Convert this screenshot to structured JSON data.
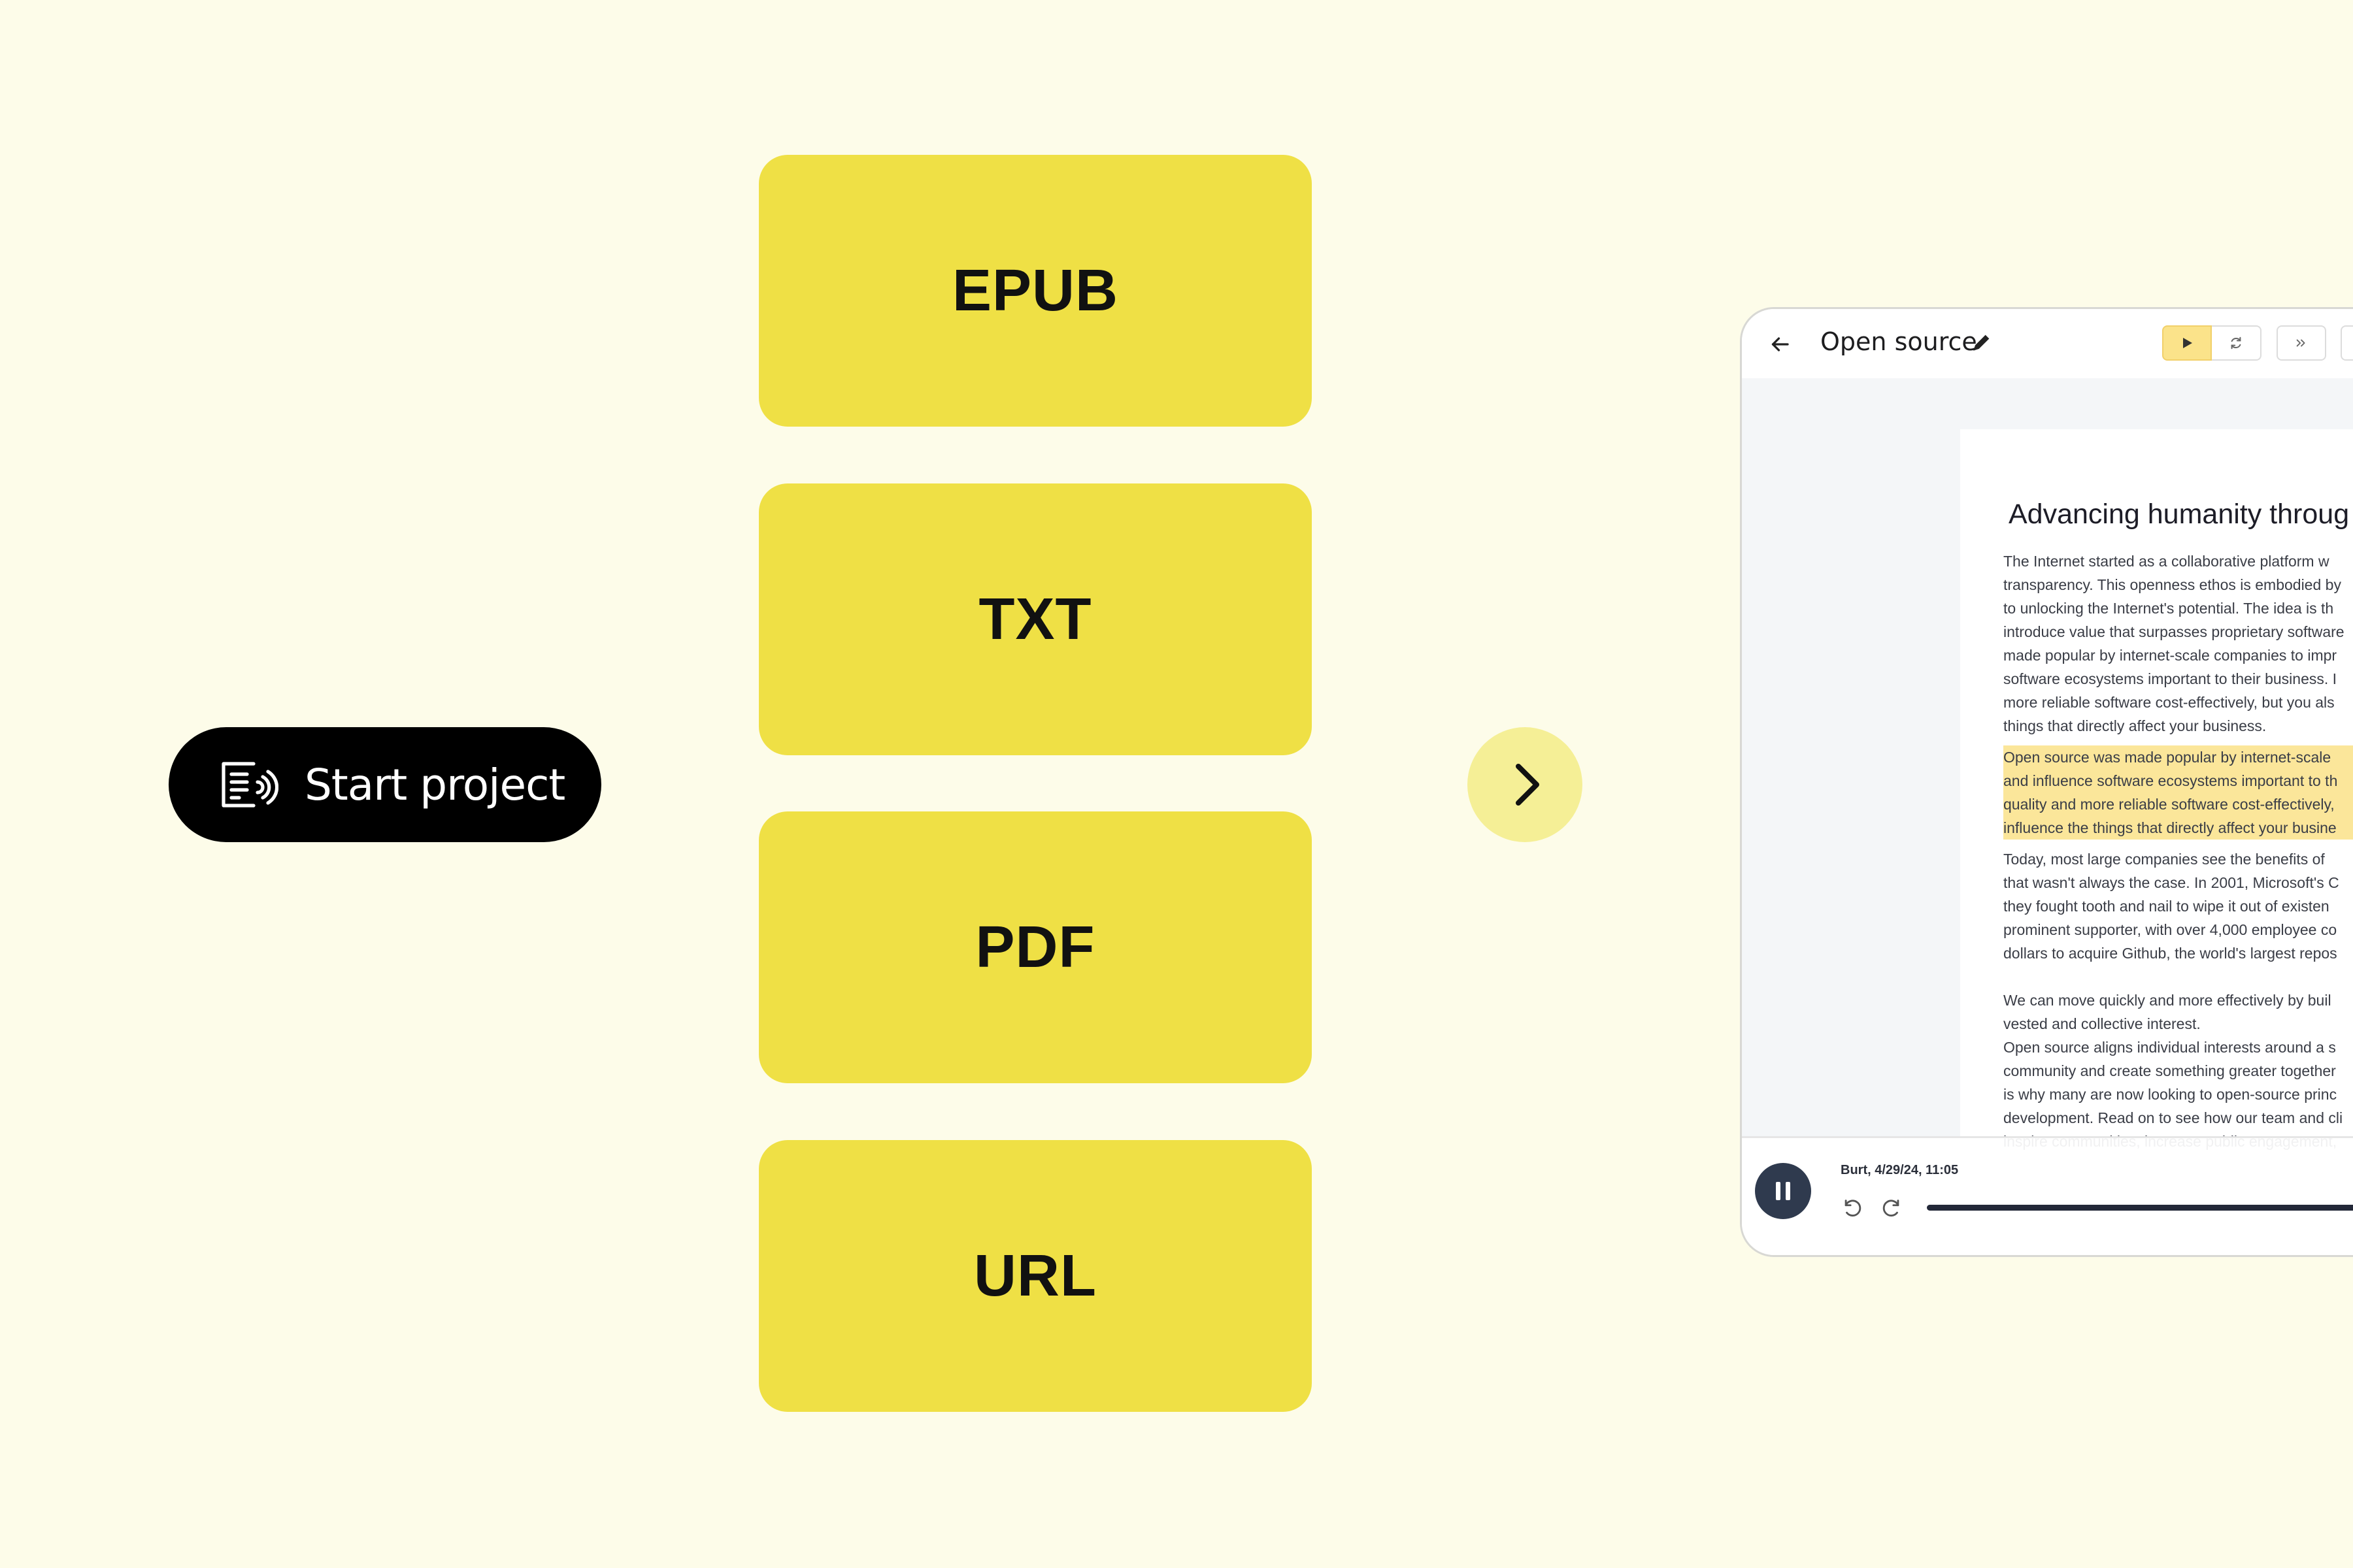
{
  "start_button": {
    "label": "Start project",
    "icon": "document-audio-icon"
  },
  "formats": [
    {
      "label": "EPUB"
    },
    {
      "label": "TXT"
    },
    {
      "label": "PDF"
    },
    {
      "label": "URL"
    }
  ],
  "next_button": {
    "icon": "chevron-right-icon"
  },
  "app": {
    "title": "Open source",
    "header_icons": [
      "back-arrow-icon",
      "pencil-icon",
      "play-icon",
      "refresh-icon",
      "skip-forward-icon"
    ],
    "document": {
      "title": "Advancing humanity throug",
      "paragraphs": [
        {
          "lines": [
            " The Internet started as a collaborative platform w",
            "transparency. This openness ethos is embodied by",
            "to unlocking the Internet's potential. The idea is th",
            "introduce value that surpasses proprietary software",
            "made popular by internet-scale companies to impr",
            "software ecosystems important to their business. I",
            "more reliable software cost-effectively, but you als",
            "things that directly affect your business."
          ]
        },
        {
          "highlighted": true,
          "lines": [
            " Open source was made popular by internet-scale",
            "and influence software ecosystems important to th",
            "quality and more reliable software cost-effectively,",
            "influence the things that directly affect your busine"
          ]
        },
        {
          "lines": [
            " Today, most large companies see the benefits of",
            "that wasn't always the case. In 2001, Microsoft's C",
            "they fought tooth and nail to wipe it out of existen",
            "prominent supporter, with over 4,000 employee co",
            "dollars to acquire Github, the world's largest repos"
          ]
        },
        {
          "lines": [
            " We can move quickly and more effectively by buil",
            "vested and collective interest."
          ]
        },
        {
          "lines": [
            " Open source aligns individual interests around a s",
            "community and create something greater together",
            "is why many are now looking to open-source princ",
            "development. Read on to see how our team and cli",
            "inspire communities, increase public engagement,"
          ]
        }
      ]
    },
    "player": {
      "meta": "Burt, 4/29/24, 11:05",
      "progress": 0.98,
      "colors": {
        "fill": "#232838",
        "track": "#d9dbe0"
      }
    }
  },
  "colors": {
    "background": "#fdfce9",
    "card": "#efe045",
    "next_circle": "#f5ef96",
    "highlight": "#fbe69a"
  }
}
